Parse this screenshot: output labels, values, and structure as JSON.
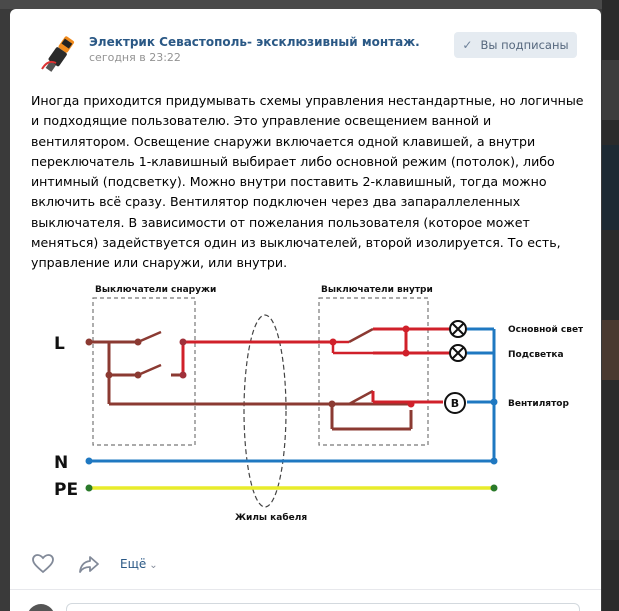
{
  "post": {
    "author": "Электрик Севастополь- эксклюзивный монтаж.",
    "date": "сегодня в 23:22",
    "subscribe_label": "Вы подписаны",
    "text": "Иногда приходится придумывать схемы управления нестандартные, но логичные и подходящие пользователю. Это управление освещением ванной и вентилятором. Освещение снаружи включается одной клавишей, а внутри переключатель 1-клавишный выбирает либо основной режим (потолок), либо интимный (подсветку). Можно внутри поставить 2-клавишный, тогда можно включить всё сразу. Вентилятор подключен через два запараллеленных выключателя. В зависимости от пожелания пользователя (которое может меняться) задействуется один из выключателей, второй изолируется. То есть, управление или снаружи, или внутри."
  },
  "diagram": {
    "label_outside": "Выключатели снаружи",
    "label_inside": "Выключатели внутри",
    "label_L": "L",
    "label_N": "N",
    "label_PE": "PE",
    "label_main_light": "Основной свет",
    "label_backlight": "Подсветка",
    "label_fan": "Вентилятор",
    "fan_letter": "В",
    "label_cable": "Жилы кабеля",
    "colors": {
      "phase": "#d0202a",
      "neutral": "#1f78c1",
      "earth": "#e8ec2a",
      "switched": "#8b3a32"
    }
  },
  "actions": {
    "more_label": "Ещё"
  }
}
